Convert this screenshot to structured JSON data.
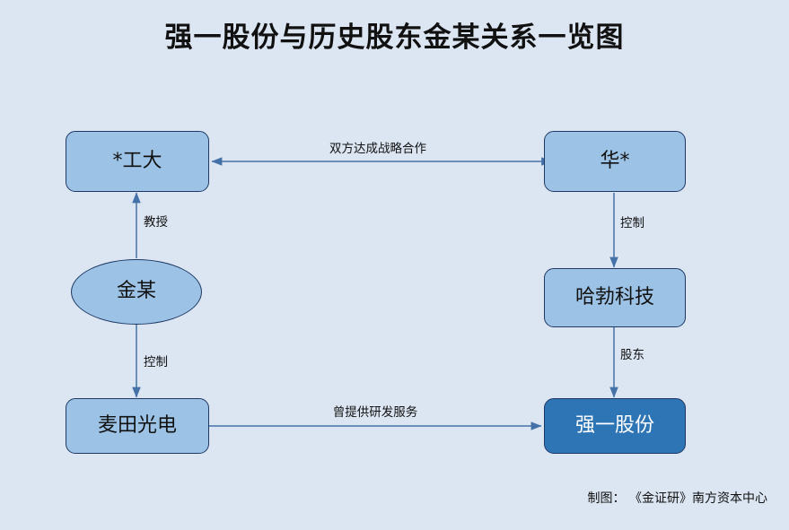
{
  "diagram": {
    "title": "强一股份与历史股东金某关系一览图",
    "background_color": "#dce6f2",
    "node_fill_light": "#9cc3e5",
    "node_fill_dark": "#2e75b6",
    "node_border_color": "#1f3864",
    "edge_color": "#4472a8",
    "type": "relationship-flowchart",
    "nodes": [
      {
        "id": "gongda",
        "label": "*工大",
        "shape": "rounded-rect",
        "style": "light"
      },
      {
        "id": "huaxing",
        "label": "华*",
        "shape": "rounded-rect",
        "style": "light"
      },
      {
        "id": "jinmou",
        "label": "金某",
        "shape": "ellipse",
        "style": "light"
      },
      {
        "id": "habo",
        "label": "哈勃科技",
        "shape": "rounded-rect",
        "style": "light"
      },
      {
        "id": "maitian",
        "label": "麦田光电",
        "shape": "rounded-rect",
        "style": "light"
      },
      {
        "id": "qiangyi",
        "label": "强一股份",
        "shape": "rounded-rect",
        "style": "dark"
      }
    ],
    "edges": [
      {
        "id": "e1",
        "from": "huaxing",
        "to": "gongda",
        "label": "双方达成战略合作",
        "direction": "both"
      },
      {
        "id": "e2",
        "from": "jinmou",
        "to": "gongda",
        "label": "教授",
        "direction": "to"
      },
      {
        "id": "e3",
        "from": "jinmou",
        "to": "maitian",
        "label": "控制",
        "direction": "to"
      },
      {
        "id": "e4",
        "from": "huaxing",
        "to": "habo",
        "label": "控制",
        "direction": "to"
      },
      {
        "id": "e5",
        "from": "habo",
        "to": "qiangyi",
        "label": "股东",
        "direction": "to"
      },
      {
        "id": "e6",
        "from": "maitian",
        "to": "qiangyi",
        "label": "曾提供研发服务",
        "direction": "to"
      }
    ]
  },
  "footer": {
    "credit": "制图： 《金证研》南方资本中心"
  }
}
